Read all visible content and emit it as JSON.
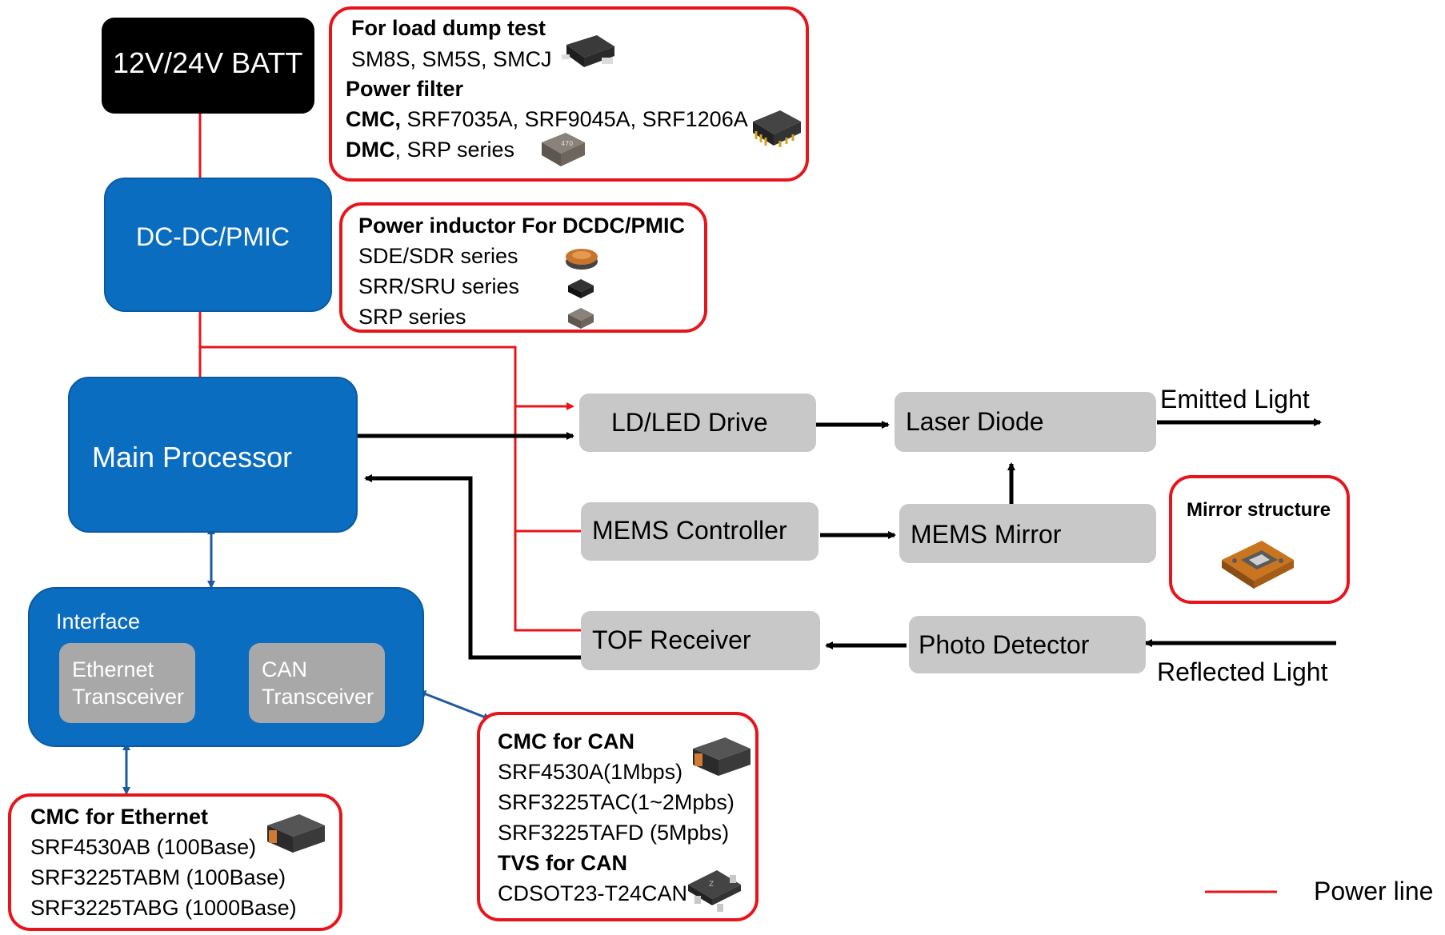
{
  "battery": {
    "label": "12V/24V BATT"
  },
  "dcdc": {
    "label": "DC-DC/PMIC"
  },
  "main_processor": {
    "label": "Main Processor"
  },
  "interface": {
    "label": "Interface",
    "ethernet_line1": "Ethernet",
    "ethernet_line2": "Transceiver",
    "can_line1": "CAN",
    "can_line2": "Transceiver"
  },
  "blocks": {
    "ld_drive": "LD/LED Drive",
    "laser_diode": "Laser Diode",
    "mems_controller": "MEMS Controller",
    "mems_mirror": "MEMS Mirror",
    "tof_receiver": "TOF Receiver",
    "photo_detector": "Photo Detector"
  },
  "signals": {
    "emitted": "Emitted Light",
    "reflected": "Reflected Light"
  },
  "load_dump_box": {
    "title": "For load dump test",
    "parts": "SM8S, SM5S, SMCJ",
    "filter_title": "Power filter",
    "cmc_prefix": "CMC,",
    "cmc_parts": " SRF7035A, SRF9045A, SRF1206A",
    "dmc_prefix": "DMC",
    "dmc_parts": ", SRP series"
  },
  "inductor_box": {
    "title": "Power inductor For DCDC/PMIC",
    "row1": "SDE/SDR series",
    "row2": "SRR/SRU series",
    "row3": "SRP series"
  },
  "mirror_box": {
    "title": "Mirror structure"
  },
  "ethernet_box": {
    "title": "CMC for Ethernet",
    "row1": "SRF4530AB (100Base)",
    "row2": "SRF3225TABM (100Base)",
    "row3": "SRF3225TABG (1000Base)"
  },
  "can_box": {
    "title": "CMC for CAN",
    "row1": "SRF4530A(1Mbps)",
    "row2": "SRF3225TAC(1~2Mpbs)",
    "row3": "SRF3225TAFD (5Mpbs)",
    "tvs_title": "TVS for CAN",
    "tvs_part": "CDSOT23-T24CAN"
  },
  "legend": {
    "power_line": "Power line"
  },
  "colors": {
    "block_blue": "#0b6dc0",
    "power_line": "#e8141b",
    "signal_line": "#000000",
    "bus_arrow": "#1f5aa0",
    "grey_block": "#c8c8c8"
  }
}
